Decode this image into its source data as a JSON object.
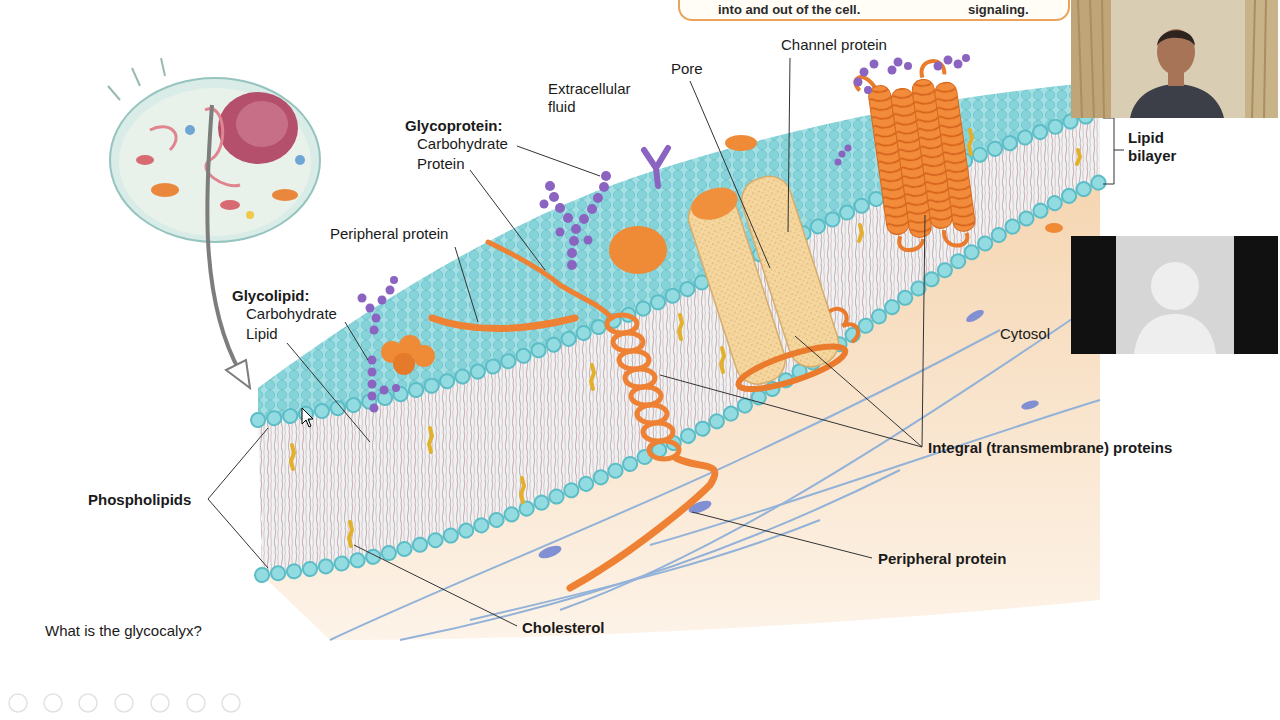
{
  "diagram": {
    "nodes": [
      {
        "text": [
          "into and out of the cell.",
          "signaling."
        ]
      }
    ],
    "labels": [
      "Extracellular fluid",
      "Pore",
      "Channel protein",
      "Glycoprotein:",
      "Carbohydrate",
      "Protein",
      "Peripheral protein",
      "Glycolipid:",
      "Carbohydrate",
      "Lipid",
      "Lipid bilayer",
      "Cytosol",
      "Integral (transmembrane) proteins",
      "Phospholipids",
      "Peripheral protein",
      "Cholesterol",
      "What is the glycocalyx?"
    ]
  }
}
